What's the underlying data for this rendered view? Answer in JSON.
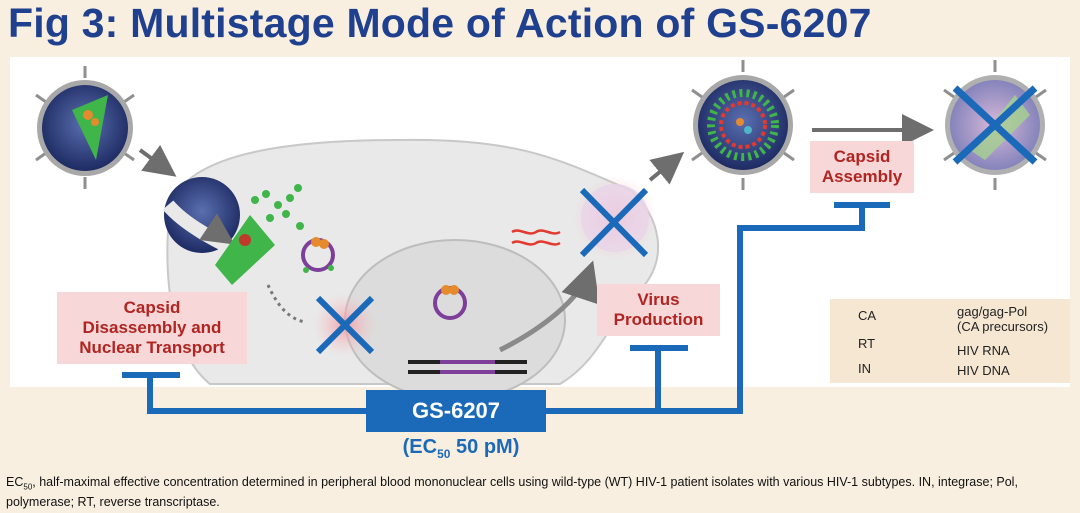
{
  "title": "Fig 3: Multistage Mode of Action of GS-6207",
  "stages": {
    "disassembly_lines": [
      "Capsid",
      "Disassembly and",
      "Nuclear Transport"
    ],
    "production_lines": [
      "Virus",
      "Production"
    ],
    "assembly_lines": [
      "Capsid",
      "Assembly"
    ]
  },
  "drug": {
    "name": "GS-6207",
    "ec50_prefix": "(EC",
    "ec50_sub": "50",
    "ec50_suffix": " 50 pM)"
  },
  "legend": {
    "ca": "CA",
    "rt": "RT",
    "in": "IN",
    "gag_line1": "gag/gag-Pol",
    "gag_line2": "(CA precursors)",
    "hiv_rna": "HIV RNA",
    "hiv_dna": "HIV DNA"
  },
  "colors": {
    "title": "#1f3f8f",
    "inhibition": "#1b6ab9",
    "stage_label_bg": "#f7d7d8",
    "stage_label_text": "#b02522"
  },
  "footnote": {
    "ec": "EC",
    "sub": "50",
    "text": ", half-maximal effective concentration determined in peripheral blood mononuclear cells using wild-type (WT) HIV-1 patient isolates with various HIV-1 subtypes. IN, integrase; Pol, polymerase; RT, reverse transcriptase."
  }
}
